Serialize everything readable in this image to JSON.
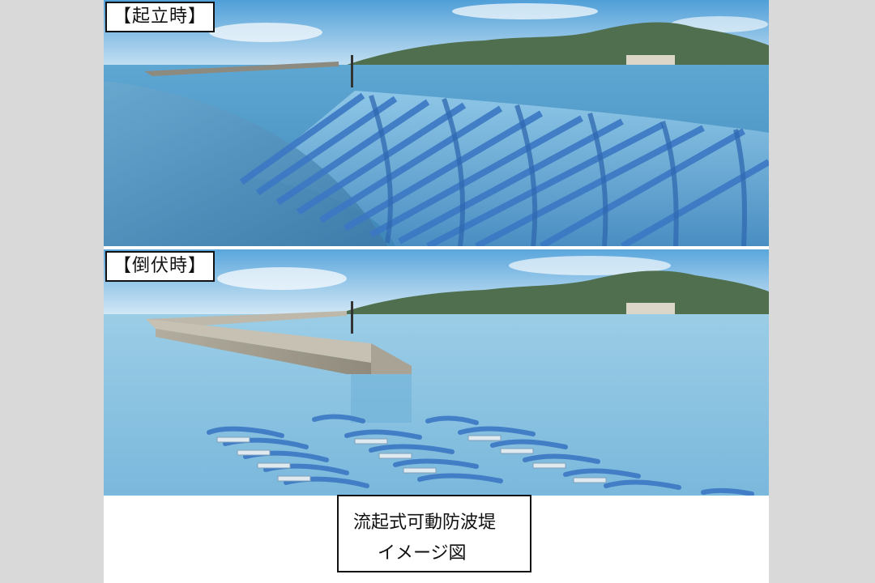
{
  "panels": {
    "raised": {
      "label": "【起立時】"
    },
    "lowered": {
      "label": "【倒伏時】"
    }
  },
  "caption": {
    "line1": "流起式可動防波堤",
    "line2": "イメージ図"
  },
  "colors": {
    "sky_top": "#5fa8dc",
    "sky_bottom": "#cfe6f5",
    "hill": "#4f6f4e",
    "sea": "#6fb1d6",
    "sea_deep": "#3f86b8",
    "strap": "#3b78c4",
    "breakwater": "#a19c8e"
  }
}
